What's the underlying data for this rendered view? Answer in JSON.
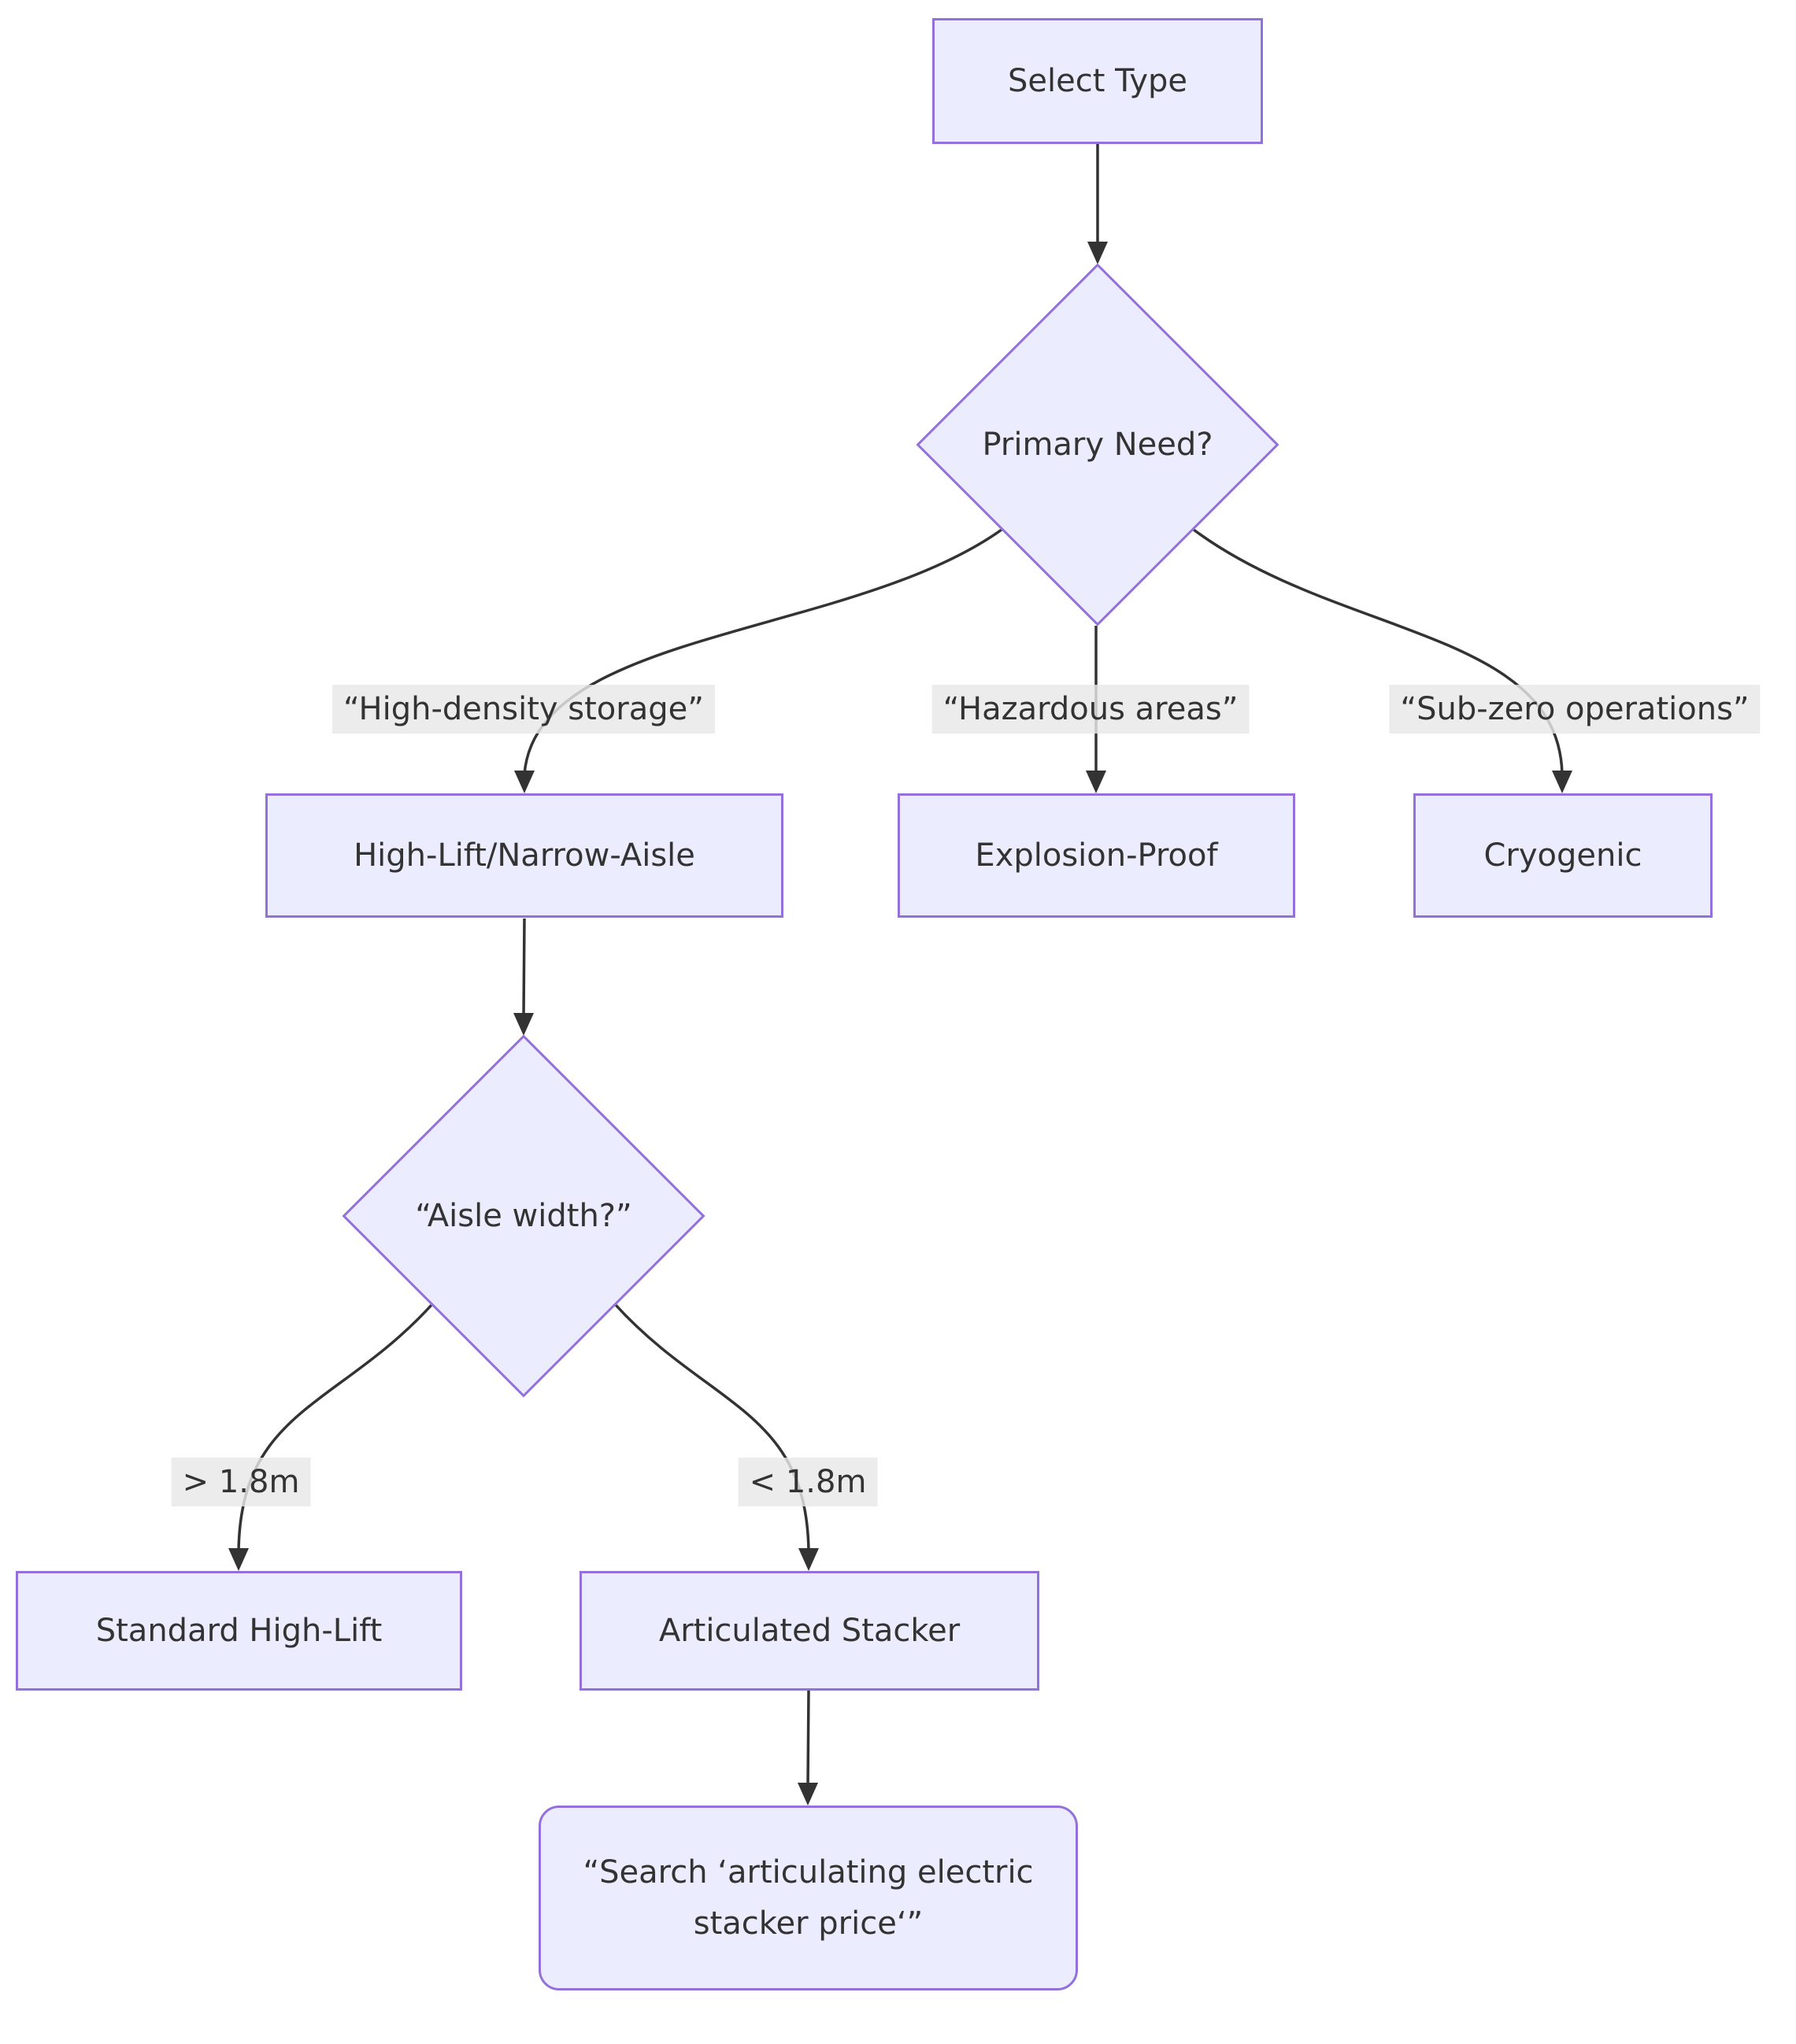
{
  "diagram": {
    "type": "flowchart",
    "direction": "top-down",
    "nodes": {
      "select_type": {
        "label": "Select Type",
        "shape": "rectangle"
      },
      "primary_need": {
        "label": "Primary Need?",
        "shape": "diamond"
      },
      "high_lift_narrow_aisle": {
        "label": "High-Lift/Narrow-Aisle",
        "shape": "rectangle"
      },
      "explosion_proof": {
        "label": "Explosion-Proof",
        "shape": "rectangle"
      },
      "cryogenic": {
        "label": "Cryogenic",
        "shape": "rectangle"
      },
      "aisle_width": {
        "label": "“Aisle width?”",
        "shape": "diamond"
      },
      "standard_high_lift": {
        "label": "Standard High-Lift",
        "shape": "rectangle"
      },
      "articulated_stacker": {
        "label": "Articulated Stacker",
        "shape": "rectangle"
      },
      "search_action": {
        "label": "“Search ‘articulating electric stacker price‘”",
        "shape": "rounded-rectangle"
      }
    },
    "edges": [
      {
        "from": "select_type",
        "to": "primary_need",
        "label": ""
      },
      {
        "from": "primary_need",
        "to": "high_lift_narrow_aisle",
        "label": "“High-density storage”"
      },
      {
        "from": "primary_need",
        "to": "explosion_proof",
        "label": "“Hazardous areas”"
      },
      {
        "from": "primary_need",
        "to": "cryogenic",
        "label": "“Sub-zero operations”"
      },
      {
        "from": "high_lift_narrow_aisle",
        "to": "aisle_width",
        "label": ""
      },
      {
        "from": "aisle_width",
        "to": "standard_high_lift",
        "label": "> 1.8m"
      },
      {
        "from": "aisle_width",
        "to": "articulated_stacker",
        "label": "< 1.8m"
      },
      {
        "from": "articulated_stacker",
        "to": "search_action",
        "label": ""
      }
    ],
    "colors": {
      "node_fill": "#ECECFF",
      "node_border": "#9370DB",
      "edge_line": "#333333",
      "edge_label_bg": "#E8E8E8",
      "text": "#333333",
      "background": "#FFFFFF"
    }
  }
}
